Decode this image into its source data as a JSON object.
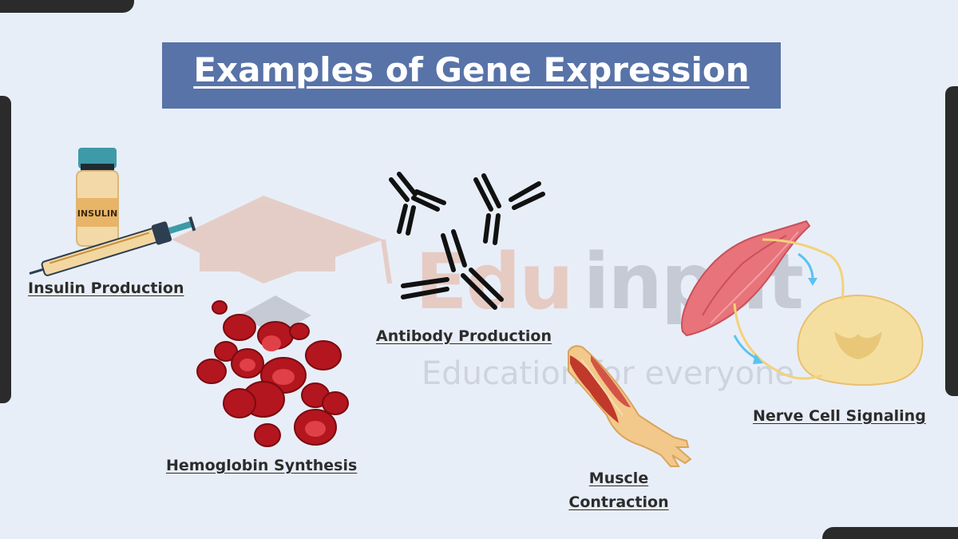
{
  "title": "Examples of Gene Expression",
  "watermark": {
    "brand_left": "Edu",
    "brand_right": "input",
    "tagline": "Education for everyone"
  },
  "examples": [
    {
      "label": "Insulin Production",
      "icon": "insulin-vial-syringe-icon"
    },
    {
      "label": "Hemoglobin Synthesis",
      "icon": "red-blood-cells-icon"
    },
    {
      "label": "Antibody Production",
      "icon": "antibodies-icon"
    },
    {
      "label_line1": "Muscle",
      "label_line2": "Contraction",
      "icon": "arm-muscle-icon"
    },
    {
      "label": "Nerve Cell Signaling",
      "icon": "muscle-spinal-cord-icon"
    }
  ],
  "insulin_vial_text": "INSULIN",
  "colors": {
    "background": "#e8eef8",
    "banner": "#5873a8",
    "blood_red": "#b3161e",
    "muscle_red": "#d95a5a",
    "spinal_yellow": "#f5dfa0",
    "nerve_blue": "#5bc2f0"
  }
}
